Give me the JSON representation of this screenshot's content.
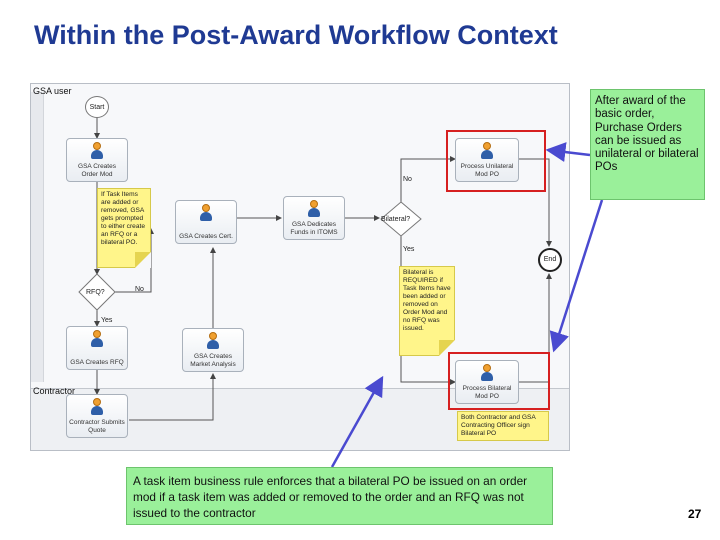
{
  "title": "Within the Post-Award Workflow Context",
  "diagram": {
    "lanes": {
      "top": "GSA user",
      "bottom": "Contractor"
    },
    "events": {
      "start": "Start",
      "end": "End"
    },
    "tasks": {
      "creates_order_mod": "GSA Creates Order Mod",
      "process_unilateral": "Process Unilateral Mod PO",
      "creates_cert": "GSA Creates Cert.",
      "dedicates_funds": "GSA Dedicates Funds in ITOMS",
      "creates_rfq": "GSA Creates RFQ",
      "creates_market_analysis": "GSA Creates Market Analysis",
      "process_bilateral": "Process Bilateral Mod PO",
      "contractor_submits_quote": "Contractor Submits Quote"
    },
    "gateways": {
      "bilateral": "Bilateral?",
      "rfq": "RFQ?"
    },
    "flow_labels": {
      "bilateral_no": "No",
      "bilateral_yes": "Yes",
      "rfq_no": "No",
      "rfq_yes": "Yes"
    },
    "notes": {
      "task_items_added": "If Task Items are added or removed, GSA gets prompted to either create an RFQ or a bilateral PO.",
      "bilateral_required": "Bilateral is REQUIRED if Task Items have been added or removed on Order Mod and no RFQ was issued.",
      "both_sign": "Both Contractor and GSA Contracting Officer sign Bilateral PO"
    }
  },
  "callouts": {
    "right": "After award of the basic order, Purchase Orders can be issued as unilateral or bilateral POs",
    "bottom": "A task item business rule enforces that a bilateral PO be issued on an order mod if a task item was added or removed to the order and an RFQ was not issued to the contractor"
  },
  "page_number": "27",
  "colors": {
    "title": "#1f3a93",
    "callout_bg": "#9af09a",
    "highlight_box": "#d62020",
    "pointer_arrow": "#4a4ad0",
    "note_bg": "#fff58a"
  }
}
